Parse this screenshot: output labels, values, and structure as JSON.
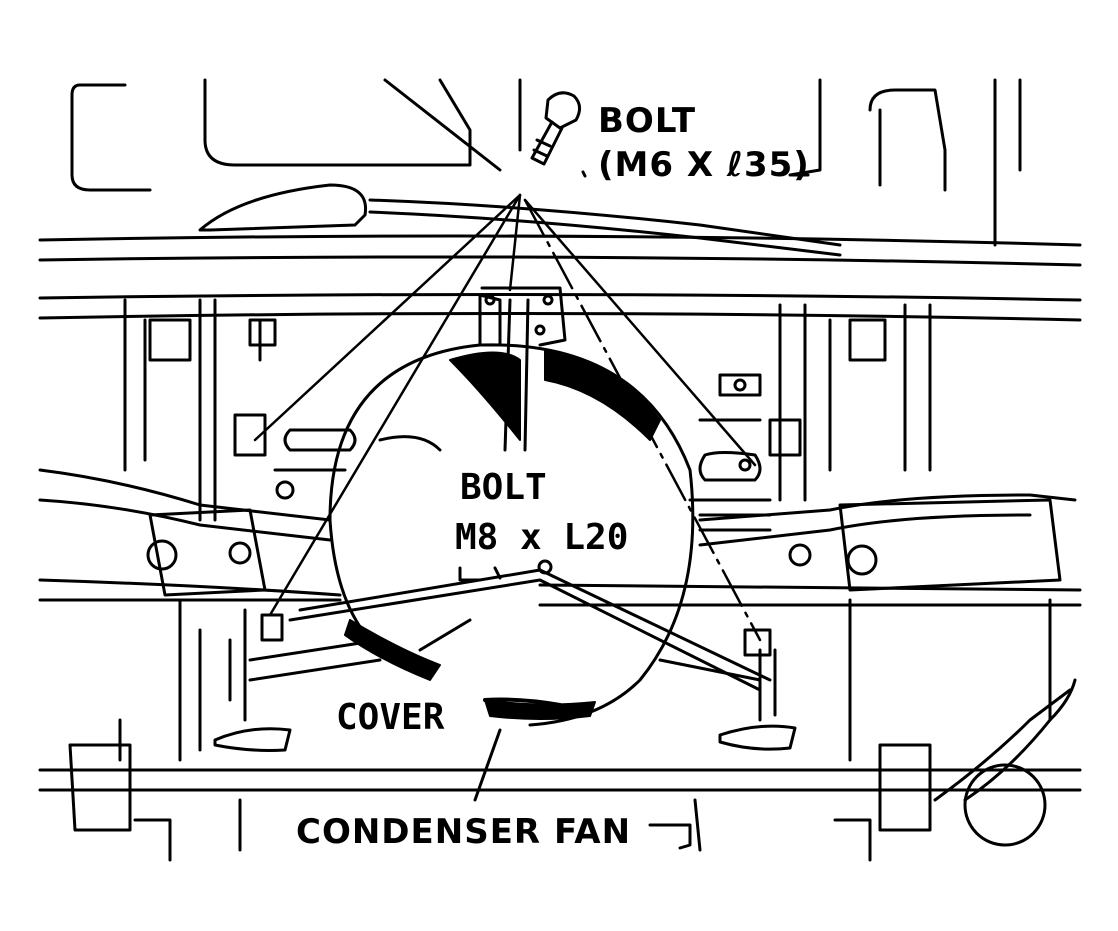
{
  "colors": {
    "ink": "#000000",
    "paper": "#ffffff"
  },
  "callouts": {
    "top_bolt": {
      "label": "BOLT",
      "spec": "(M6 X ℓ35)"
    },
    "center_bolt": {
      "label": "BOLT",
      "spec": "M8 x L20"
    },
    "cover": "COVER",
    "condenser_fan": "CONDENSER FAN"
  }
}
